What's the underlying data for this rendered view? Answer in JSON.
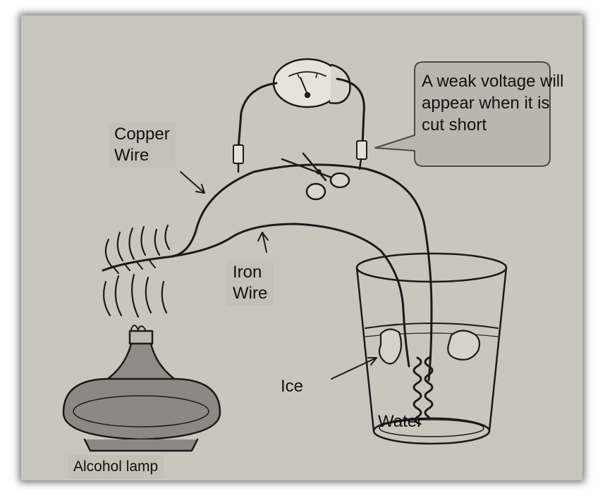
{
  "labels": {
    "copper_wire": "Copper\nWire",
    "iron_wire": "Iron\nWire",
    "callout": "A weak voltage will appear when it is cut short",
    "ice": "Ice",
    "water": "Water",
    "alcohol_lamp": "Alcohol lamp"
  },
  "colors": {
    "paper": "#c9c6bd",
    "label_box": "#c3c0b8",
    "callout_fill": "#b9b6ae",
    "ink": "#1a1a1a"
  },
  "icons": {
    "meter": "galvanometer-icon",
    "scissors": "scissors-icon",
    "flame": "flame-icon"
  }
}
